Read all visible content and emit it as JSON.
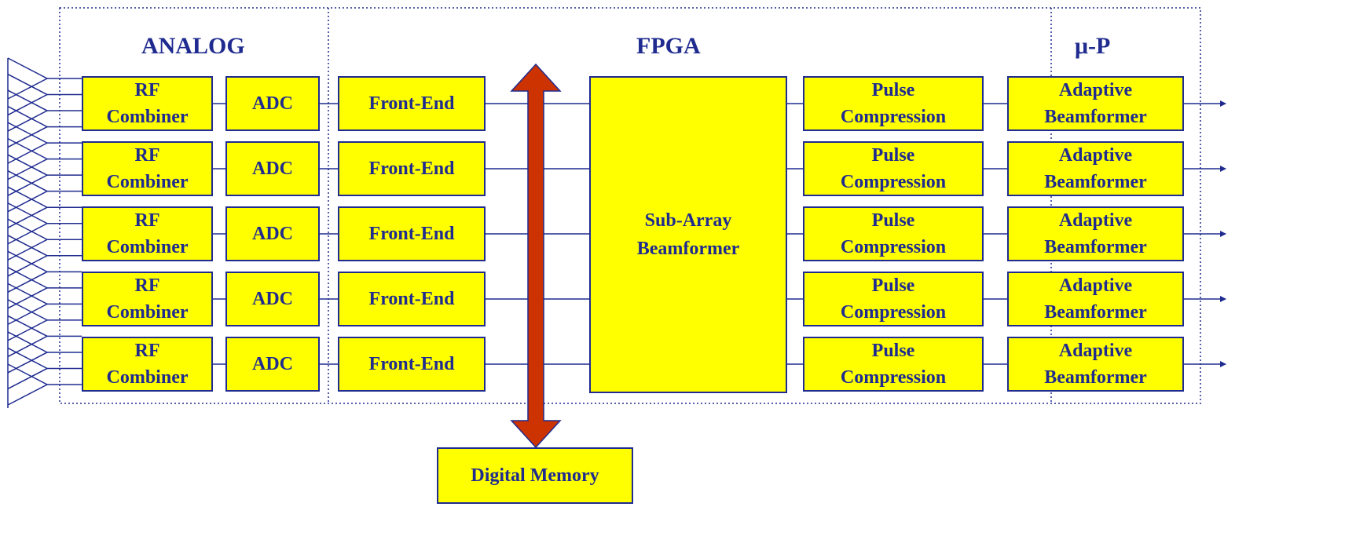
{
  "sections": {
    "analog": "ANALOG",
    "fpga": "FPGA",
    "micro": "μ-P"
  },
  "colors": {
    "block_fill": "#ffff00",
    "block_border": "#1f2b8f",
    "text": "#1f2b8f",
    "memory_bus": "#cc3300"
  },
  "channels": [
    {
      "rf_line1": "RF",
      "rf_line2": "Combiner",
      "adc": "ADC",
      "frontend": "Front-End",
      "pc_line1": "Pulse",
      "pc_line2": "Compression",
      "ab_line1": "Adaptive",
      "ab_line2": "Beamformer"
    },
    {
      "rf_line1": "RF",
      "rf_line2": "Combiner",
      "adc": "ADC",
      "frontend": "Front-End",
      "pc_line1": "Pulse",
      "pc_line2": "Compression",
      "ab_line1": "Adaptive",
      "ab_line2": "Beamformer"
    },
    {
      "rf_line1": "RF",
      "rf_line2": "Combiner",
      "adc": "ADC",
      "frontend": "Front-End",
      "pc_line1": "Pulse",
      "pc_line2": "Compression",
      "ab_line1": "Adaptive",
      "ab_line2": "Beamformer"
    },
    {
      "rf_line1": "RF",
      "rf_line2": "Combiner",
      "adc": "ADC",
      "frontend": "Front-End",
      "pc_line1": "Pulse",
      "pc_line2": "Compression",
      "ab_line1": "Adaptive",
      "ab_line2": "Beamformer"
    },
    {
      "rf_line1": "RF",
      "rf_line2": "Combiner",
      "adc": "ADC",
      "frontend": "Front-End",
      "pc_line1": "Pulse",
      "pc_line2": "Compression",
      "ab_line1": "Adaptive",
      "ab_line2": "Beamformer"
    }
  ],
  "beamformer": {
    "line1": "Sub-Array",
    "line2": "Beamformer"
  },
  "memory": {
    "label": "Digital Memory"
  }
}
